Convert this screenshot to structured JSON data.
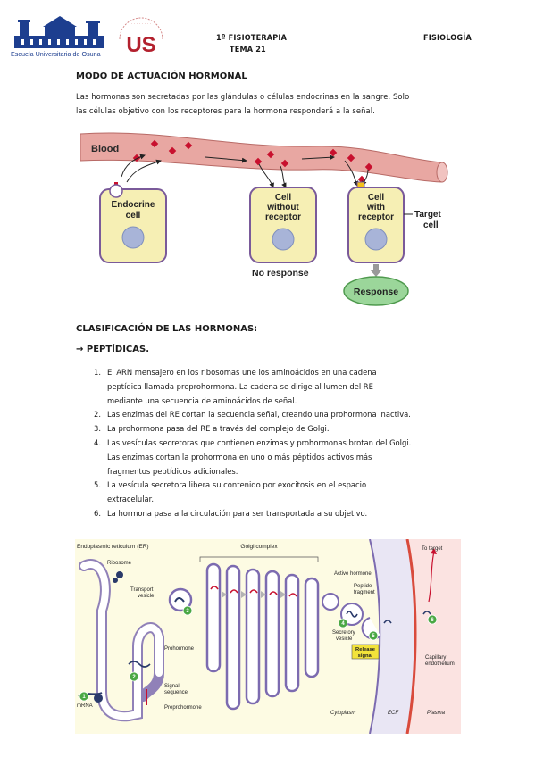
{
  "header": {
    "school_name": "Escuela Universitaria de Osuna",
    "course_line1": "1º FISIOTERAPIA",
    "course_line2": "TEMA 21",
    "subject": "FISIOLOGÍA",
    "seal_letters": "US"
  },
  "section1": {
    "title": "MODO DE ACTUACIÓN HORMONAL",
    "paragraph_line1": "Las hormonas son secretadas por las glándulas o células endocrinas en la sangre. Solo",
    "paragraph_line2": "las células objetivo con los receptores para la hormona responderá a la señal."
  },
  "diagram1": {
    "blood": "Blood",
    "endocrine_line1": "Endocrine",
    "endocrine_line2": "cell",
    "no_receptor_line1": "Cell",
    "no_receptor_line2": "without",
    "no_receptor_line3": "receptor",
    "no_response": "No response",
    "with_receptor_line1": "Cell",
    "with_receptor_line2": "with",
    "with_receptor_line3": "receptor",
    "target_line1": "Target",
    "target_line2": "cell",
    "response": "Response"
  },
  "section2": {
    "title": "CLASIFICACIÓN DE LAS HORMONAS:",
    "subtitle": "→ PEPTÍDICAS."
  },
  "steps": [
    {
      "num": "1.",
      "lines": [
        "El ARN mensajero en los ribosomas une los aminoácidos en una cadena",
        "peptídica llamada preprohormona. La cadena se dirige al lumen del RE",
        "mediante una secuencia de aminoácidos de señal."
      ]
    },
    {
      "num": "2.",
      "lines": [
        "Las enzimas del RE cortan la secuencia señal, creando una prohormona inactiva."
      ]
    },
    {
      "num": "3.",
      "lines": [
        "La prohormona pasa del RE a través del complejo de Golgi."
      ]
    },
    {
      "num": "4.",
      "lines": [
        "Las vesículas secretoras que contienen enzimas y prohormonas brotan del Golgi.",
        "Las enzimas cortan la prohormona en uno o más péptidos activos más",
        "fragmentos peptídicos adicionales."
      ]
    },
    {
      "num": "5.",
      "lines": [
        "La vesícula secretora libera su contenido por exocitosis en el espacio",
        "extracelular."
      ]
    },
    {
      "num": "6.",
      "lines": [
        "La hormona pasa a la circulación para ser transportada a su objetivo."
      ]
    }
  ],
  "diagram2": {
    "er": "Endoplasmic reticulum (ER)",
    "ribosome": "Ribosome",
    "golgi": "Golgi complex",
    "transport_line1": "Transport",
    "transport_line2": "vesicle",
    "prohormone": "Prohormone",
    "signal_line1": "Signal",
    "signal_line2": "sequence",
    "preprohormone": "Preprohormone",
    "mrna": "mRNA",
    "active_hormone": "Active hormone",
    "peptide_line1": "Peptide",
    "peptide_line2": "fragment",
    "secretory_line1": "Secretory",
    "secretory_line2": "vesicle",
    "release_line1": "Release",
    "release_line2": "signal",
    "to_target": "To target",
    "capillary_line1": "Capillary",
    "capillary_line2": "endothelium",
    "cytoplasm": "Cytoplasm",
    "ecf": "ECF",
    "plasma": "Plasma",
    "step1": "1",
    "step2": "2",
    "step3": "3",
    "step4": "4",
    "step5": "5",
    "step6": "6"
  },
  "colors": {
    "blood_vessel": "#e8a7a2",
    "cell_fill": "#f6efb4",
    "cell_border": "#7a5a9a",
    "response_fill": "#9bd69a",
    "hormone_red": "#c8102e",
    "golgi_border": "#7c6bb0",
    "ecf_band": "#e9e6f4",
    "plasma_fill": "#fbe3e1"
  }
}
